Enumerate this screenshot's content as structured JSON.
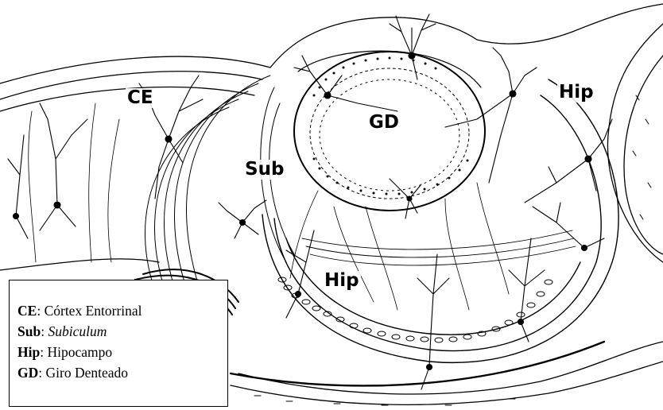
{
  "figure": {
    "labels": {
      "ce": "CE",
      "gd": "GD",
      "hip_upper": "Hip",
      "sub": "Sub",
      "hip_lower": "Hip"
    },
    "legend": [
      {
        "abbr": "CE",
        "sep": ": ",
        "desc": "Córtex Entorrinal",
        "italic": false
      },
      {
        "abbr": "Sub",
        "sep": ": ",
        "desc": "Subiculum",
        "italic": true
      },
      {
        "abbr": "Hip",
        "sep": ": ",
        "desc": "Hipocampo",
        "italic": false
      },
      {
        "abbr": "GD",
        "sep": ": ",
        "desc": "Giro Denteado",
        "italic": false
      }
    ],
    "colors": {
      "ink": "#000000",
      "paper": "#ffffff"
    }
  }
}
